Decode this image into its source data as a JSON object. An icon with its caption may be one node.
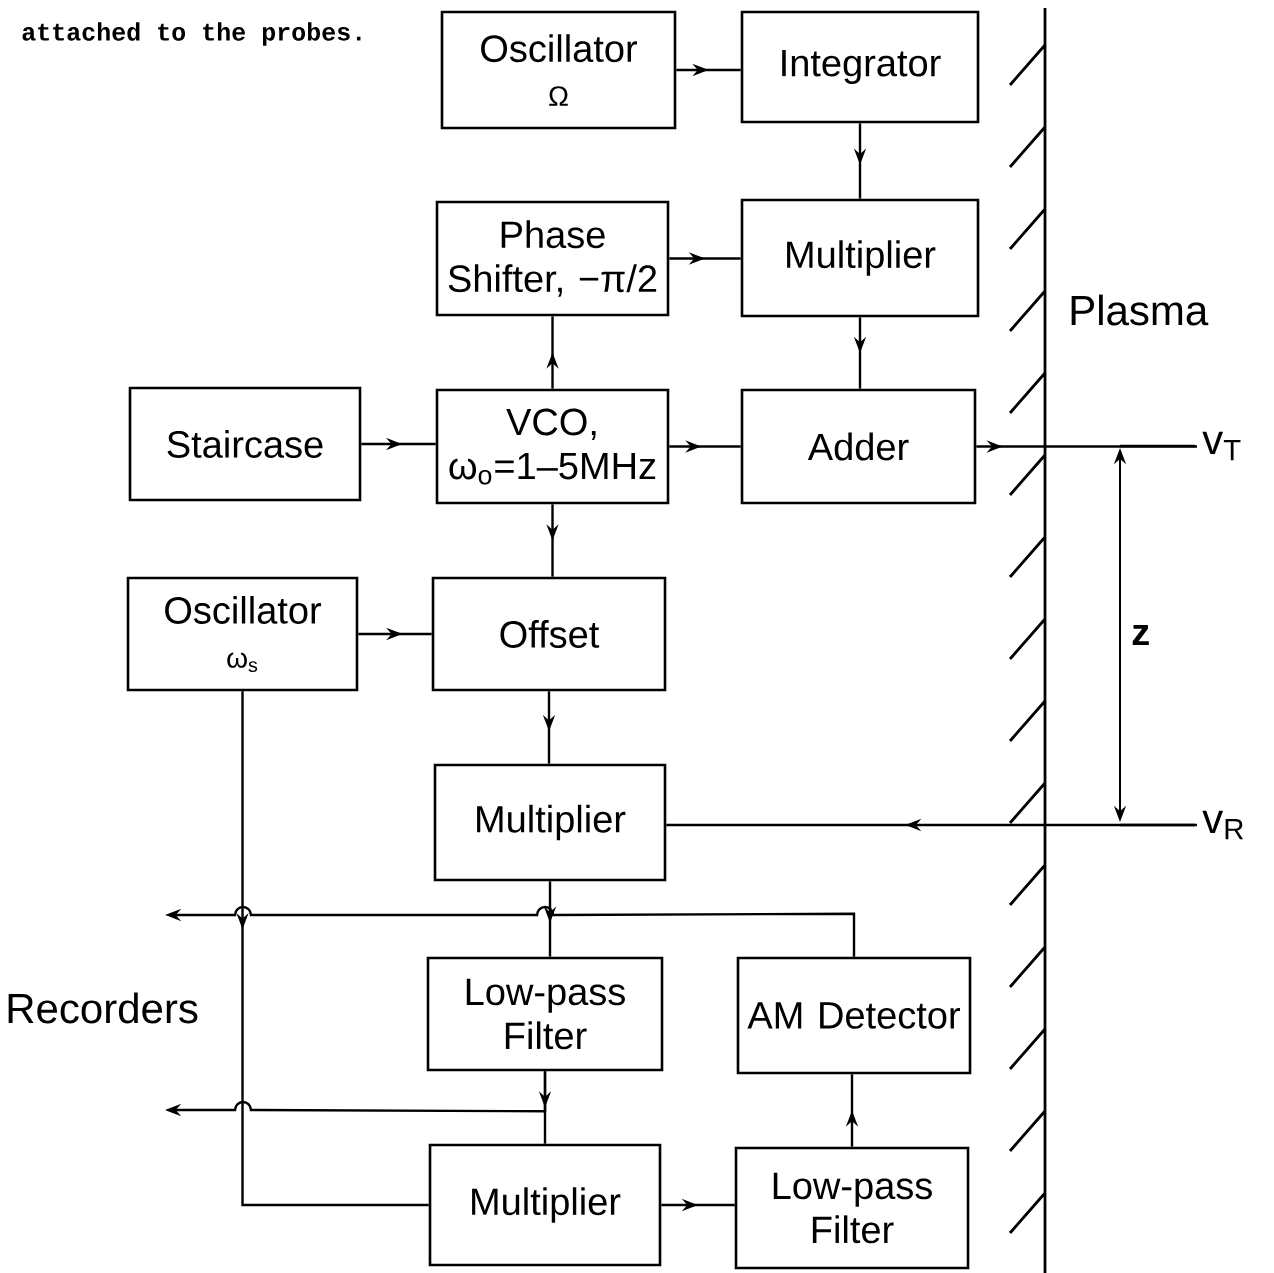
{
  "diagram": {
    "nodes": [
      {
        "text": [
          "Oscillator",
          "Ω"
        ]
      },
      {
        "text": [
          "Integrator"
        ]
      },
      {
        "text": [
          "Phase Shifter, −π/2"
        ]
      },
      {
        "text": [
          "Multiplier"
        ]
      },
      {
        "text": [
          "Staircase"
        ]
      },
      {
        "text": [
          "VCO, ω$_{o}$=1–5MHz"
        ]
      },
      {
        "text": [
          "Adder"
        ]
      },
      {
        "text": [
          "Oscillator",
          "ω$_{s}$"
        ]
      },
      {
        "text": [
          "Offset"
        ]
      },
      {
        "text": [
          "Multiplier"
        ]
      },
      {
        "text": [
          "Low-pass Filter"
        ]
      },
      {
        "text": [
          "AM Detector"
        ]
      },
      {
        "text": [
          "Multiplier"
        ]
      },
      {
        "text": [
          "Low-pass Filter"
        ]
      },
      {
        "text": [
          "v$_{T}$"
        ]
      },
      {
        "text": [
          "v$_{R}$"
        ]
      }
    ],
    "edges": [
      {
        "from": 0,
        "to": 1,
        "arrow": "to"
      },
      {
        "from": 1,
        "to": 3,
        "arrow": "to"
      },
      {
        "from": 2,
        "to": 3,
        "arrow": "to"
      },
      {
        "from": 3,
        "to": 6,
        "arrow": "to"
      },
      {
        "from": 5,
        "to": 2,
        "arrow": "to"
      },
      {
        "from": 4,
        "to": 5,
        "arrow": "to"
      },
      {
        "from": 5,
        "to": 6,
        "arrow": "to"
      },
      {
        "from": 6,
        "to": 14,
        "arrow": "to"
      },
      {
        "from": 5,
        "to": 8,
        "arrow": "to"
      },
      {
        "from": 7,
        "to": 8,
        "arrow": "to"
      },
      {
        "from": 8,
        "to": 9,
        "arrow": "to"
      },
      {
        "from": 15,
        "to": 9,
        "arrow": "to"
      },
      {
        "from": 9,
        "to": 10,
        "arrow": "to"
      },
      {
        "from": 7,
        "to": 12,
        "arrow": "to"
      },
      {
        "from": 10,
        "to": 12,
        "arrow": "to"
      },
      {
        "from": 12,
        "to": 13,
        "arrow": "to"
      },
      {
        "from": 13,
        "to": 11,
        "arrow": "to"
      },
      {
        "from": 11,
        "to": null,
        "arrow": "to"
      },
      {
        "from": 10,
        "to": null,
        "arrow": "to"
      }
    ],
    "labels": [
      "attached to the probes.",
      "Plasma",
      "z",
      "Recorders"
    ]
  }
}
